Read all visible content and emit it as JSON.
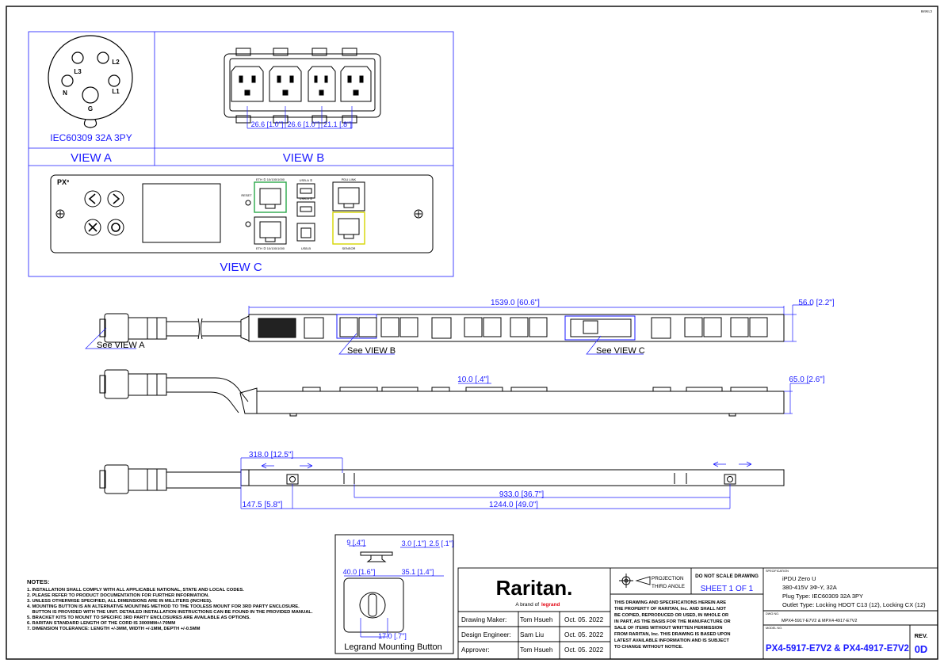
{
  "sheet_code": "B89EL5",
  "view_a": {
    "pins": [
      "L3",
      "L2",
      "N",
      "L1",
      "G"
    ],
    "caption": "IEC60309 32A 3PY",
    "title": "VIEW A"
  },
  "view_b": {
    "title": "VIEW B",
    "dims": [
      "26.6 [1.0\"]",
      "26.6 [1.0\"]",
      "21.1 [.8\"]"
    ]
  },
  "view_c": {
    "title": "VIEW C",
    "logo": "PX³",
    "reset_label": "RESET",
    "port_labels": [
      "ETH ① 10/100/1000",
      "USB-A ①",
      "USB-A ②",
      "PDU LINK",
      "ETH ② 10/100/1000",
      "USB-B",
      "SENSOR"
    ]
  },
  "front": {
    "overall_dim": "1539.0 [60.6\"]",
    "width_dim": "56.0 [2.2\"]",
    "callouts": [
      "See VIEW A",
      "See VIEW B",
      "See VIEW C"
    ]
  },
  "side": {
    "outlet_dim": "10.0 [.4\"]",
    "depth_dim": "65.0 [2.6\"]"
  },
  "rear": {
    "dims": [
      "318.0 [12.5\"]",
      "933.0 [36.7\"]",
      "147.5 [5.8\"]",
      "1244.0 [49.0\"]"
    ]
  },
  "mounting_button": {
    "title": "Legrand Mounting Button",
    "dims": [
      "9 [.4\"]",
      "3.0 [.1\"]",
      "2.5 [.1\"]",
      "40.0 [1.6\"]",
      "35.1 [1.4\"]",
      "17.0 [.7\"]"
    ]
  },
  "notes": {
    "heading": "NOTES:",
    "lines": [
      "1. INSTALLATION SHALL COMPLY WITH ALL APPLICABLE NATIONAL, STATE AND LOCAL CODES.",
      "2. PLEASE REFER TO PRODUCT DOCUMENTATION FOR FURTHER INFORMATION.",
      "3. UNLESS OTHERWISE SPECIFIED, ALL DIMENSIONS ARE IN MILLITERS (INCHES).",
      "4. MOUNTING BUTTON IS AN ALTERNATIVE MOUNTING METHOD TO THE TOOLESS MOUNT FOR 3RD PARTY ENCLOSURE.",
      "    BUTTON IS PROVIDED WITH THE UNIT. DETAILED INSTALLATION INSTRUCTIONS CAN BE FOUND IN THE PROVIDED MANUAL.",
      "5. BRACKET KITS TO MOUNT TO SPECIFIC 3RD PARTY ENCLOSURES ARE AVAILABLE AS OPTIONS.",
      "6. RARITAN STANDARD LENGTH OF THE CORD IS 3000MM+/-70MM",
      "7. DIMENSION TOLERANCE: LENGTH +/-3MM, WIDTH +/-1MM, DEPTH +/-0.5MM"
    ]
  },
  "title_block": {
    "brand": "Raritan.",
    "tagline_prefix": "A brand of",
    "tagline_brand": "legrand",
    "rows": [
      {
        "label": "Drawing Maker:",
        "name": "Tom Hsueh",
        "date": "Oct. 05. 2022"
      },
      {
        "label": "Design Engineer:",
        "name": "Sam Liu",
        "date": "Oct. 05. 2022"
      },
      {
        "label": "Approver:",
        "name": "Tom Hsueh",
        "date": "Oct. 05. 2022"
      }
    ],
    "projection_1": "PROJECTION",
    "projection_2": "THIRD ANGLE",
    "no_scale": "DO NOT SCALE DRAWING",
    "sheet": "SHEET 1 OF 1",
    "disclaimer": [
      "THIS DRAWING AND SPECIFICATIONS HEREIN ARE",
      "THE PROPERTY OF RARITAN, Inc. AND SHALL NOT",
      "BE COPIED, REPRODUCED OR USED, IN WHOLE OR",
      "IN PART, AS THE BASIS FOR THE MANUFACTURE OR",
      "SALE OF ITEMS WITHOUT WRITTEN PERMISSION",
      "FROM RARITAN, Inc. THIS DRAWING IS BASED UPON",
      "LATEST AVAILABLE INFORMATION AND IS SUBJECT",
      "TO CHANGE WITHOUT NOTICE."
    ],
    "spec_label": "SPECIFICATION",
    "spec_lines": [
      "iPDU Zero U",
      "380-415V 3Φ-Y, 32A",
      "Plug Type: IEC60309 32A 3PY",
      "Outlet Type: Locking HDOT C13 (12), Locking CX (12)"
    ],
    "dwg_label": "DWG NO.",
    "dwg_no": "MPX4-5917-E7V2 & MPX4-4917-E7V2",
    "model_label": "MODEL NO.",
    "model_no": "PX4-5917-E7V2 & PX4-4917-E7V2",
    "rev_label": "REV.",
    "rev": "0D"
  },
  "colors": {
    "dimension": "#1a1aff",
    "line": "#000000",
    "green_port": "#2aa84a",
    "yellow_port": "#d6d600",
    "legrand": "#e30613"
  }
}
